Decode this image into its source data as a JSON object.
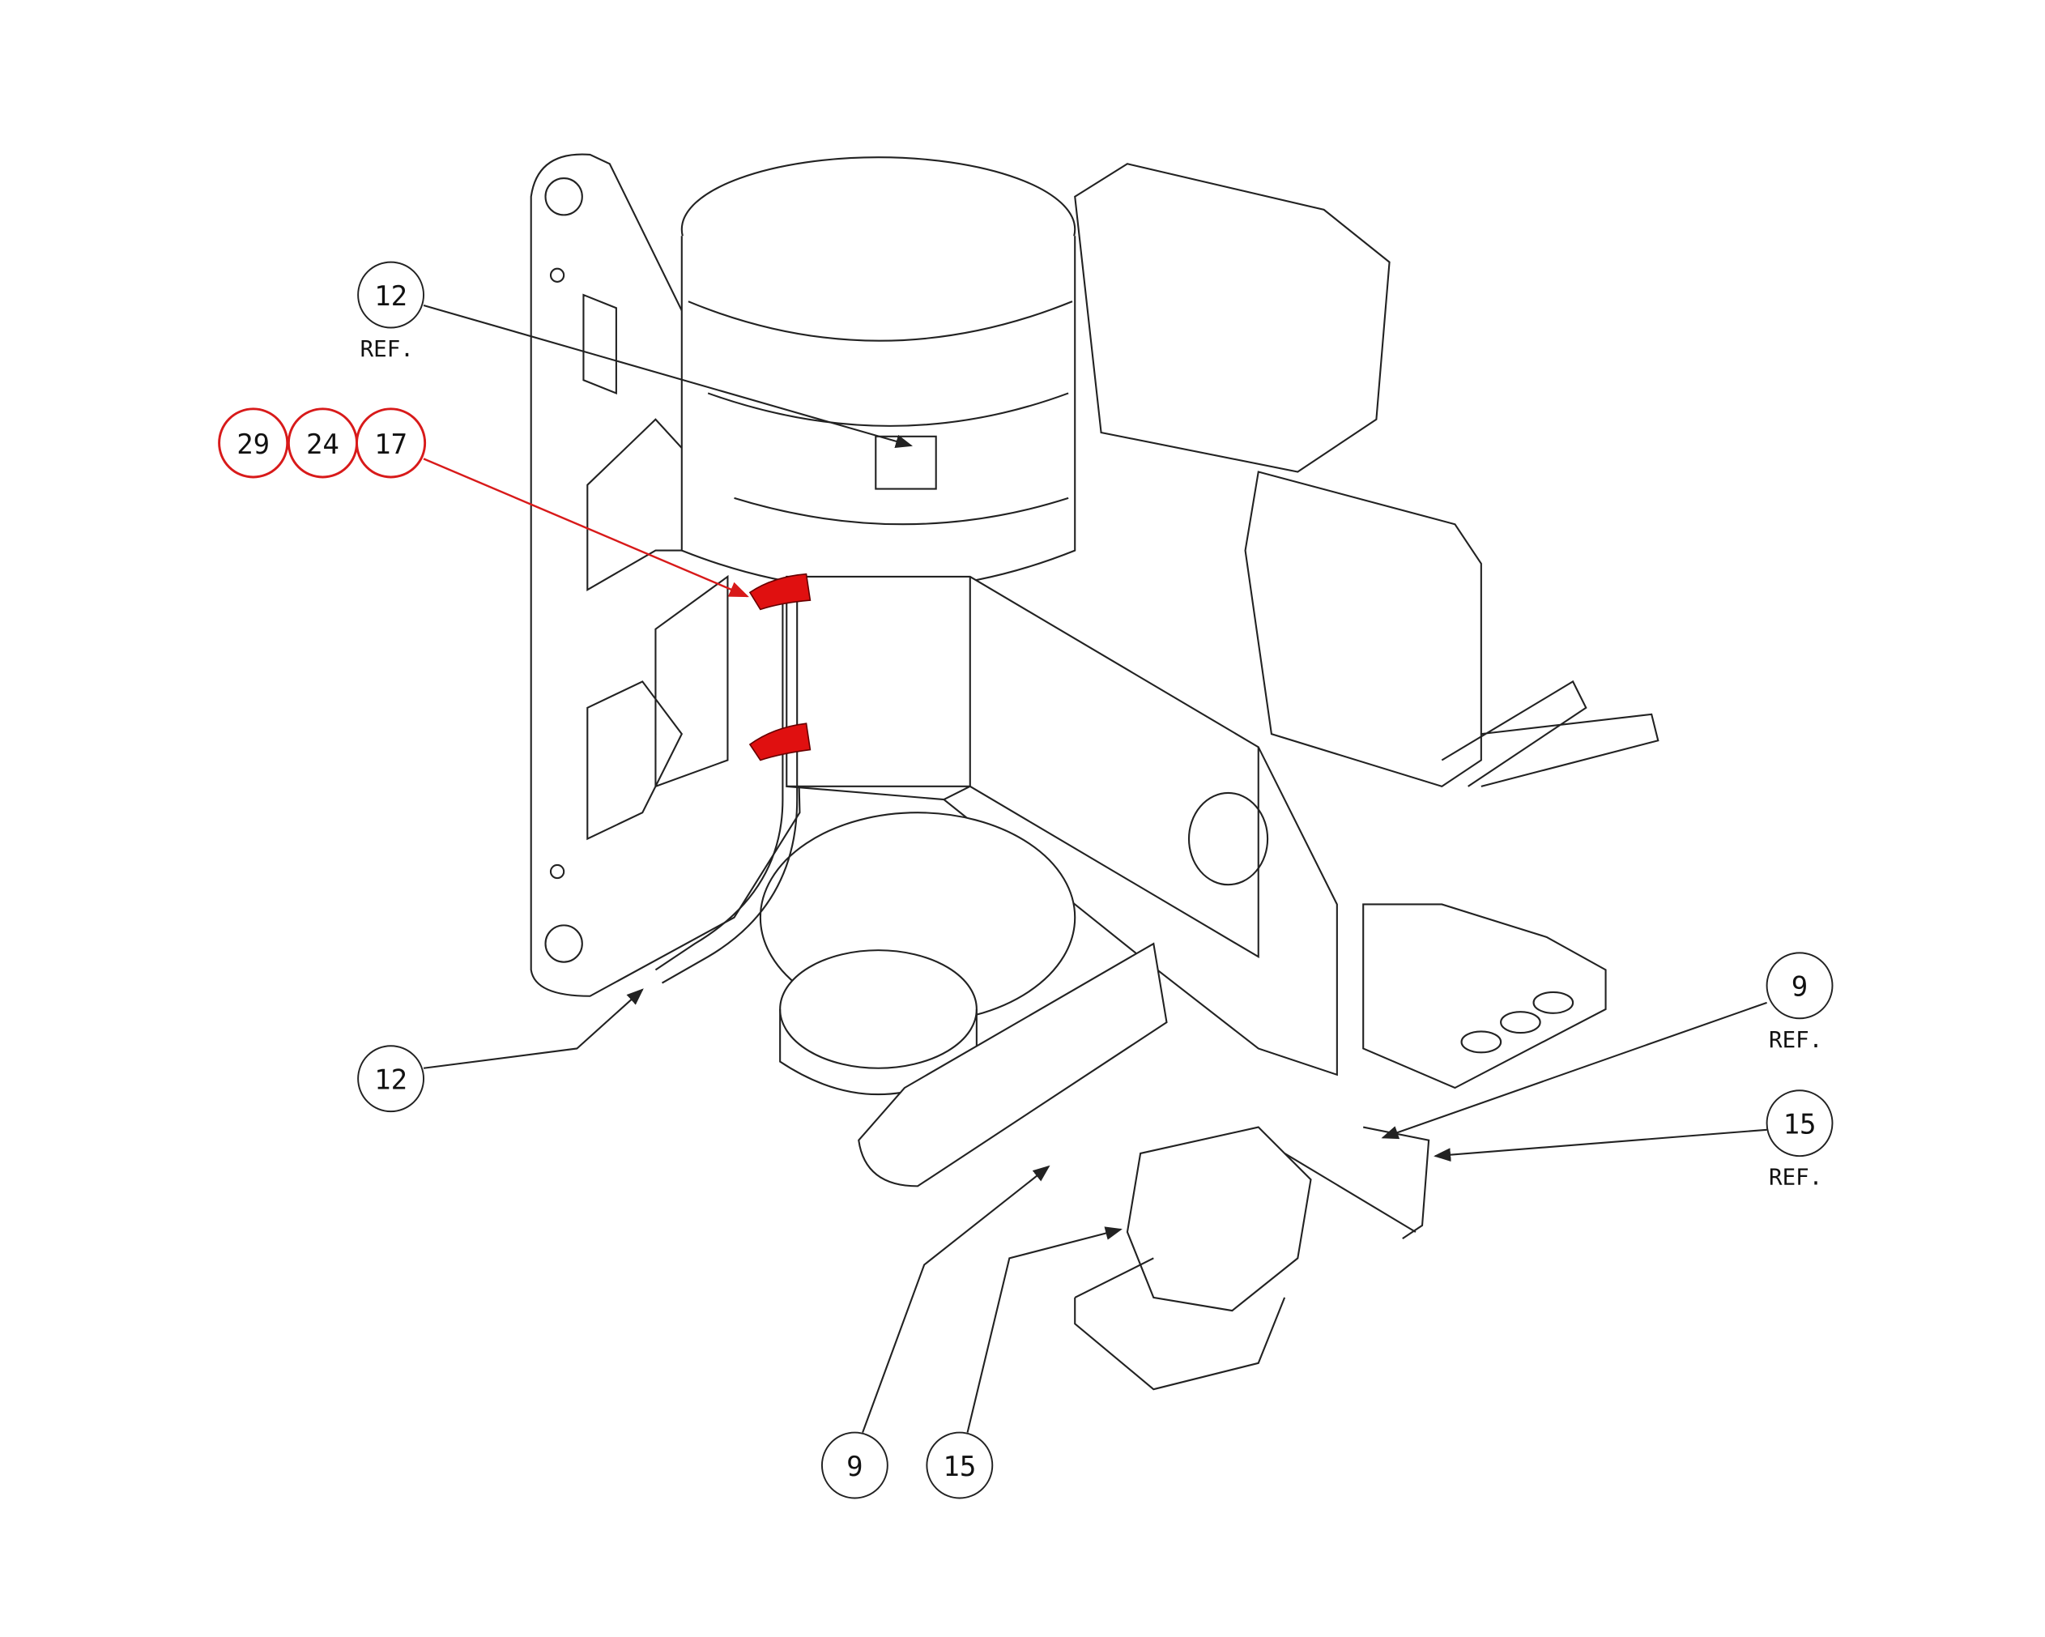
{
  "drawing": {
    "callouts": [
      {
        "id": "c12-ref-top",
        "number": "12",
        "note": "REF.",
        "color": "#222222"
      },
      {
        "id": "c29",
        "number": "29",
        "note": "",
        "color": "#d81a1a"
      },
      {
        "id": "c24",
        "number": "24",
        "note": "",
        "color": "#d81a1a"
      },
      {
        "id": "c17",
        "number": "17",
        "note": "",
        "color": "#d81a1a"
      },
      {
        "id": "c12-bottom",
        "number": "12",
        "note": "",
        "color": "#222222"
      },
      {
        "id": "c9-ref",
        "number": "9",
        "note": "REF.",
        "color": "#222222"
      },
      {
        "id": "c15-ref",
        "number": "15",
        "note": "REF.",
        "color": "#222222"
      },
      {
        "id": "c9-bottom",
        "number": "9",
        "note": "",
        "color": "#222222"
      },
      {
        "id": "c15-bottom",
        "number": "15",
        "note": "",
        "color": "#222222"
      }
    ],
    "highlight_color": "#e01010"
  }
}
